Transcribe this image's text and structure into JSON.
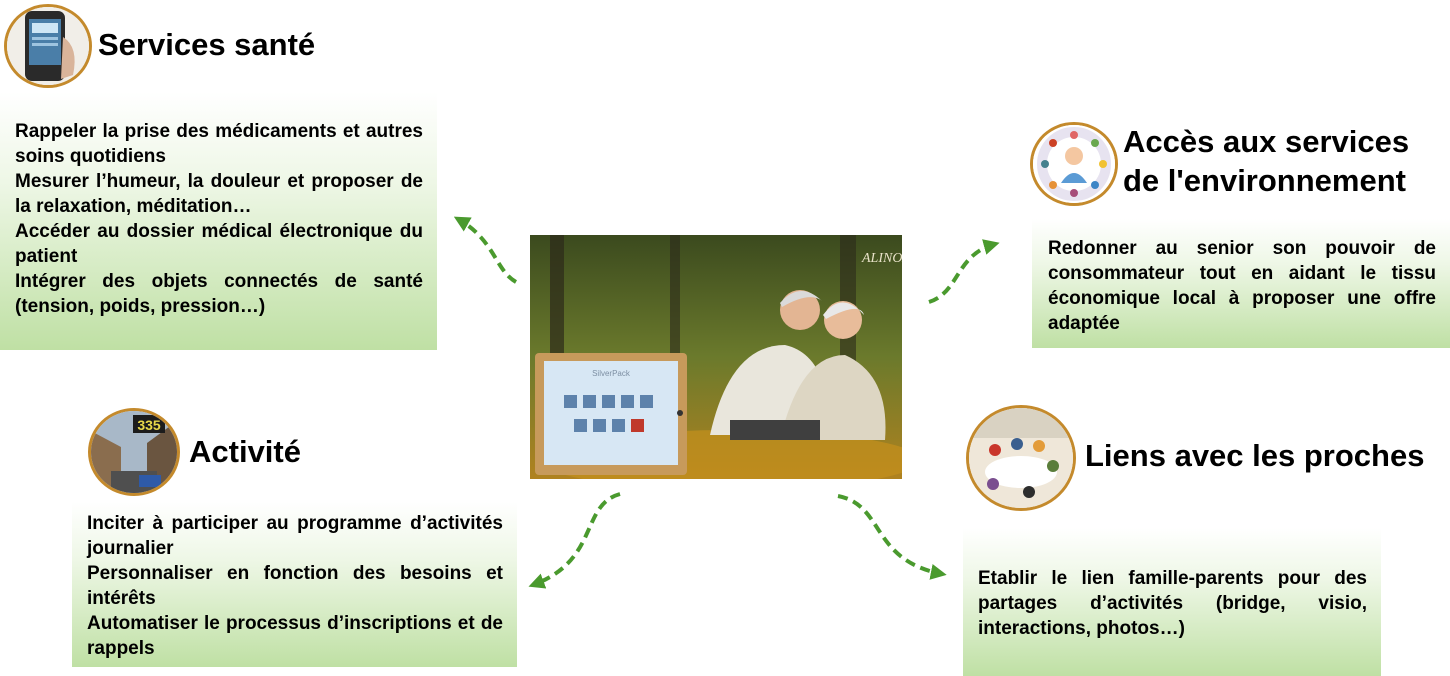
{
  "sections": {
    "health": {
      "title": "Services santé",
      "items": [
        "Rappeler la prise des médicaments et autres soins quotidiens",
        "Mesurer l’humeur, la douleur et proposer de la relaxation, méditation…",
        "Accéder au dossier médical électronique du patient",
        "Intégrer des objets connectés de santé (tension, poids, pression…)"
      ]
    },
    "environment": {
      "title_line1": "Accès aux services",
      "title_line2": "de l'environnement",
      "items": [
        "Redonner au senior son pouvoir de consommateur tout en aidant le tissu économique local à proposer une offre adaptée"
      ]
    },
    "activity": {
      "title": "Activité",
      "items": [
        "Inciter à participer au programme d’activités journalier",
        "Personnaliser en fonction des besoins et intérêts",
        "Automatiser le processus d’inscriptions et de rappels"
      ]
    },
    "family": {
      "title": "Liens avec les proches",
      "items": [
        "Etablir le lien famille-parents pour des partages d’activités (bridge, visio, interactions, photos…)"
      ]
    }
  },
  "photo": {
    "brand": "ALINOA",
    "tablet_title": "SilverPack",
    "clock_text": "335"
  },
  "colors": {
    "panel_green": "#bfe0a4",
    "arrow_green": "#4a9a2e",
    "circle_border": "#c48a2c"
  }
}
